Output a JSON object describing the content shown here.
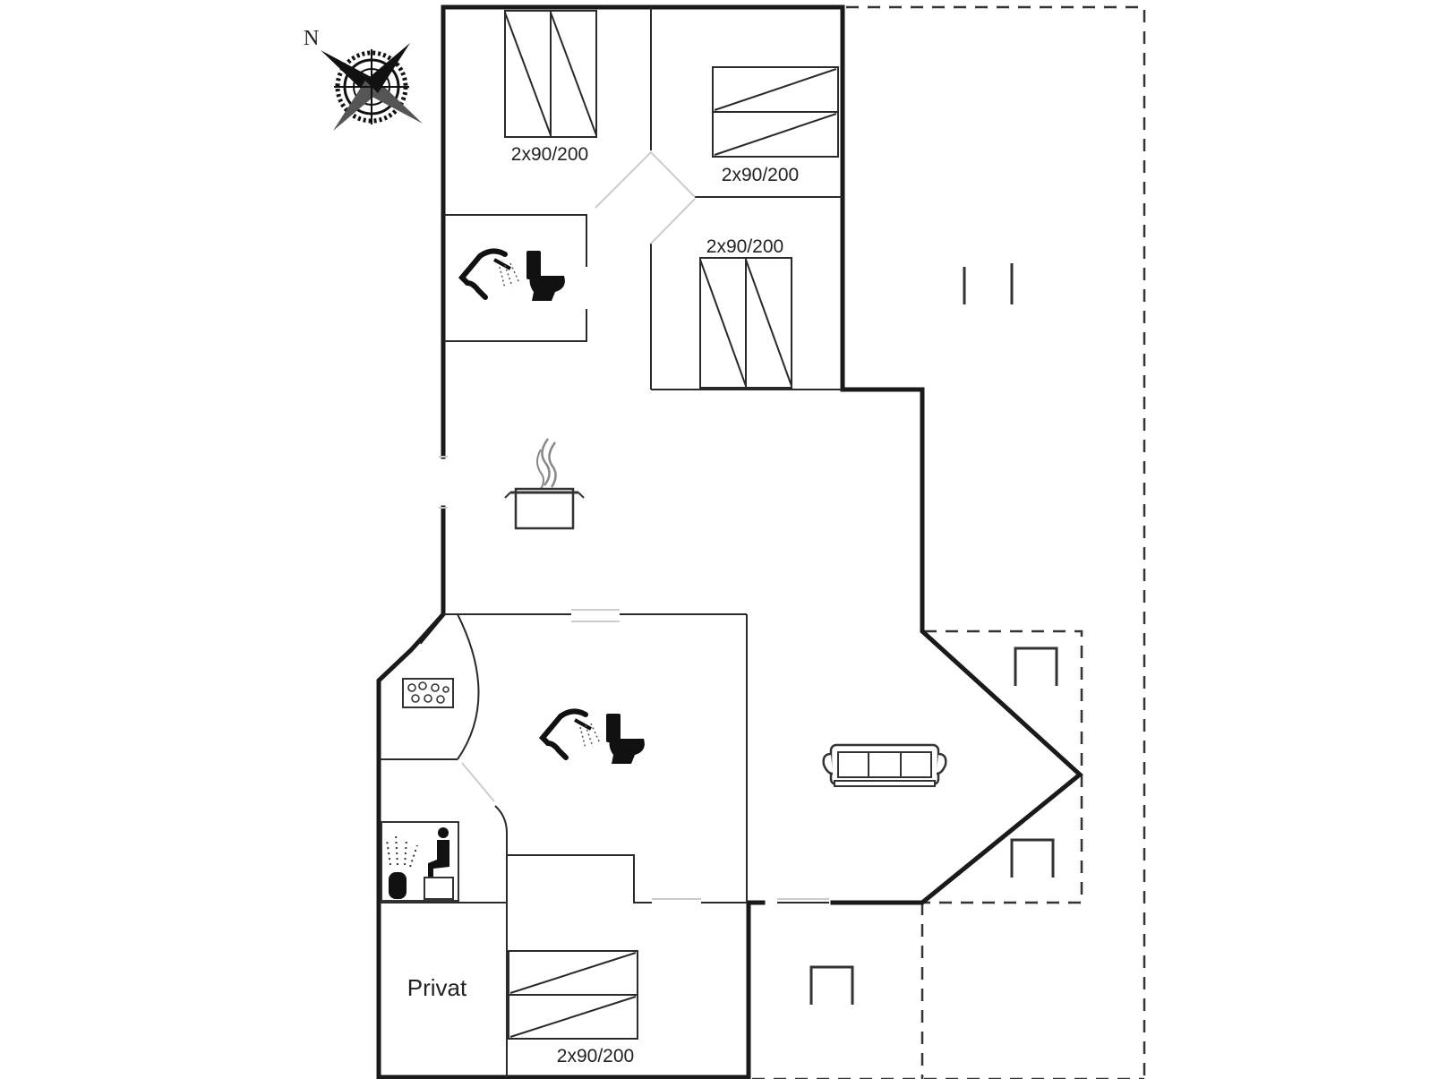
{
  "compass": {
    "north_label": "N"
  },
  "beds": [
    {
      "label": "2x90/200"
    },
    {
      "label": "2x90/200"
    },
    {
      "label": "2x90/200"
    },
    {
      "label": "2x90/200"
    }
  ],
  "rooms": {
    "private_label": "Privat"
  },
  "icons": [
    "compass-icon",
    "shower-icon",
    "toilet-icon",
    "cooking-pot-icon",
    "whirlpool-icon",
    "sauna-icon",
    "sofa-icon",
    "chair-icon"
  ]
}
